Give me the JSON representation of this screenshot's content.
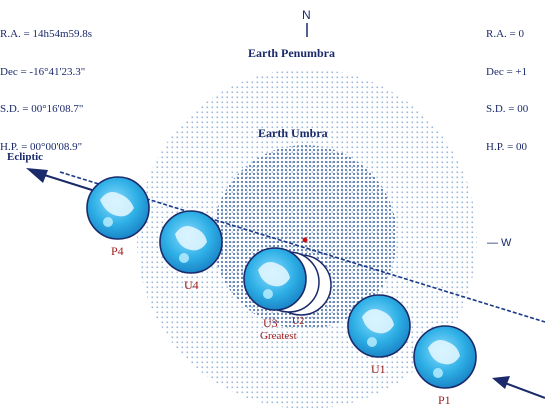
{
  "moon_coords": {
    "ra": "R.A. =  14h54m59.8s",
    "dec": "Dec = -16°41'23.3\"",
    "sd": "S.D. =  00°16'08.7\"",
    "hp": "H.P. =  00°00'08.9\""
  },
  "shadow_coords": {
    "ra": "R.A. =  0",
    "dec": "Dec = +1",
    "sd": "S.D. =  00",
    "hp": "H.P. =  00"
  },
  "compass": {
    "north": "N",
    "west": "— W"
  },
  "labels": {
    "penumbra": "Earth Penumbra",
    "umbra": "Earth Umbra",
    "ecliptic": "Ecliptic"
  },
  "contacts": {
    "p4": "P4",
    "u4": "U4",
    "u3": "U3",
    "u2": "U2",
    "greatest": "Greatest",
    "u1": "U1",
    "p1": "P1"
  },
  "colors": {
    "text": "#1a2a6a",
    "contact_label": "#a02020",
    "ecliptic": "#1a3a8a",
    "penumbra_dot": "#9ab6d8",
    "umbra_dot": "#6e8ab8",
    "moon_fill": "#2fb0e6",
    "moon_dark": "#1a7fc0",
    "moon_light": "#bff0ff",
    "center_mark": "#cc1111"
  }
}
